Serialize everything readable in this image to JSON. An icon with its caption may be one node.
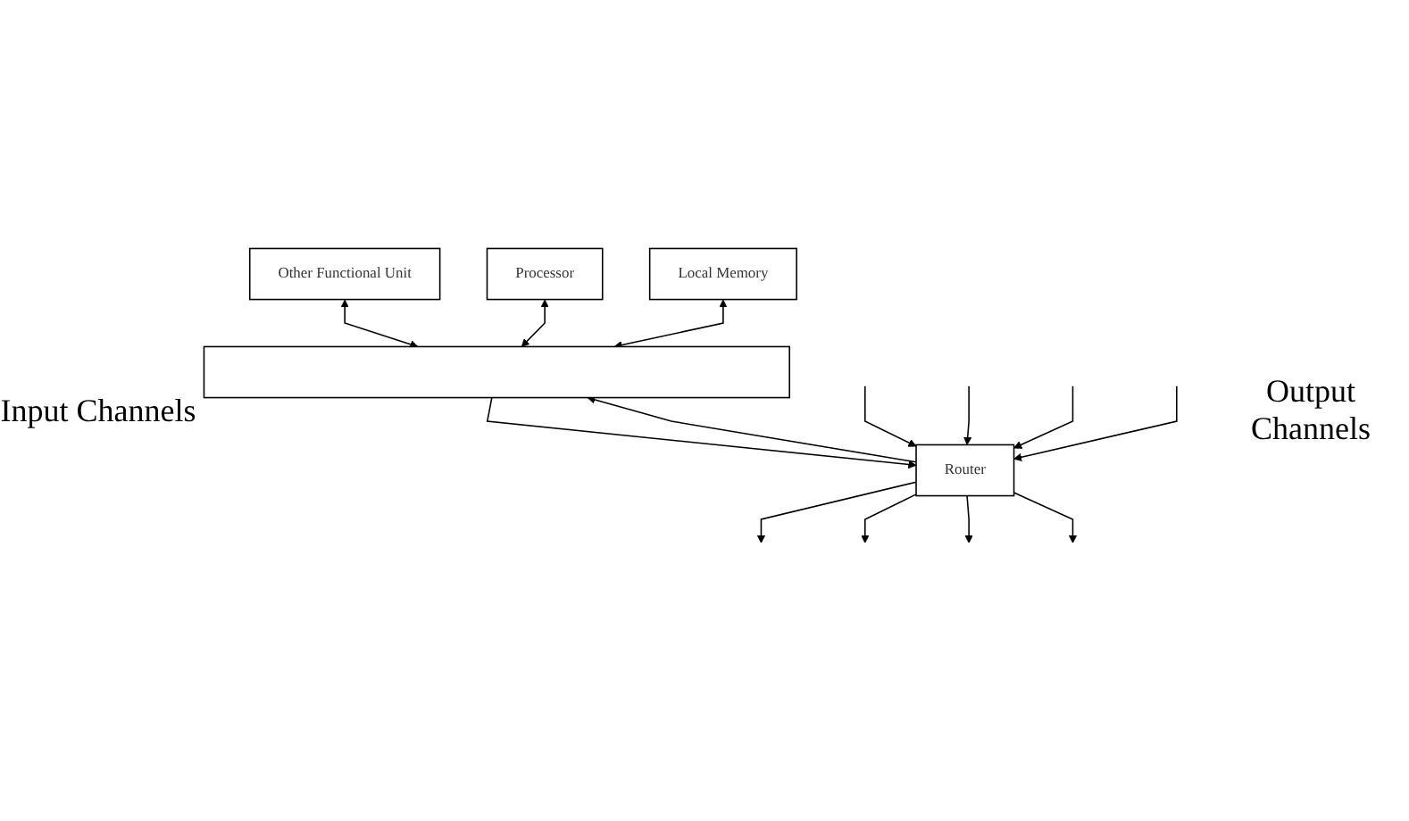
{
  "diagram": {
    "nodes": [
      {
        "text": [
          "Other Functional Unit"
        ]
      },
      {
        "text": [
          "Processor"
        ]
      },
      {
        "text": [
          "Local Memory"
        ]
      },
      {
        "text": [],
        "shape": "bar"
      },
      {
        "text": [
          "Router"
        ]
      }
    ],
    "edges": [
      {
        "from": 0,
        "to": 3,
        "arrow": "both"
      },
      {
        "from": 1,
        "to": 3,
        "arrow": "both"
      },
      {
        "from": 2,
        "to": 3,
        "arrow": "both"
      },
      {
        "from": 3,
        "to": 4,
        "arrow": "to"
      },
      {
        "from": 4,
        "to": 3,
        "arrow": "to"
      },
      {
        "from": null,
        "to": 4,
        "arrow": "to"
      },
      {
        "from": null,
        "to": 4,
        "arrow": "to"
      },
      {
        "from": null,
        "to": 4,
        "arrow": "to"
      },
      {
        "from": null,
        "to": 4,
        "arrow": "to"
      },
      {
        "from": 4,
        "to": null,
        "arrow": "to"
      },
      {
        "from": 4,
        "to": null,
        "arrow": "to"
      },
      {
        "from": 4,
        "to": null,
        "arrow": "to"
      },
      {
        "from": 4,
        "to": null,
        "arrow": "to"
      }
    ],
    "labels": [
      "Input Channels",
      "Output Channels"
    ]
  }
}
